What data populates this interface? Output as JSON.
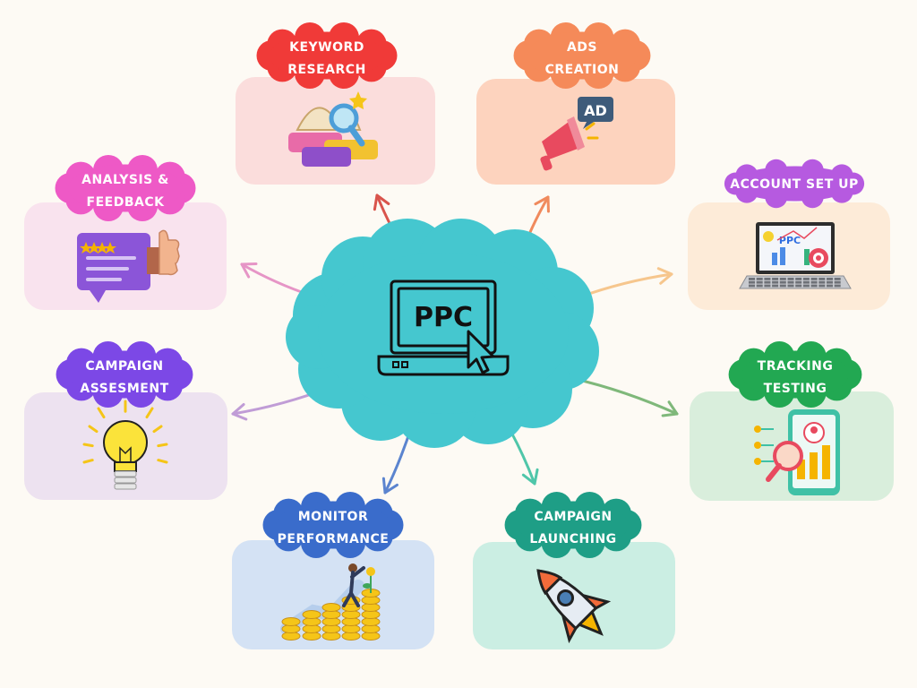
{
  "center": {
    "label": "PPC",
    "color": "#45C7CF"
  },
  "nodes": [
    {
      "id": "keyword-research",
      "lines": [
        "KEYWORD",
        "RESEARCH"
      ],
      "label_color": "#F03A38",
      "card_color": "#FBDDDC",
      "arrow_color": "#D9544C",
      "icon": "book-magnifier-icon"
    },
    {
      "id": "ads-creation",
      "lines": [
        "ADS",
        "CREATION"
      ],
      "label_color": "#F58A59",
      "card_color": "#FDD3BE",
      "arrow_color": "#F08A5D",
      "icon": "megaphone-ad-icon",
      "icon_text": "AD"
    },
    {
      "id": "account-set-up",
      "lines": [
        "ACCOUNT SET UP"
      ],
      "label_color": "#B65AE0",
      "card_color": "#FDEBD8",
      "arrow_color": "#F6C68D",
      "icon": "laptop-ppc-icon",
      "icon_text": "PPC"
    },
    {
      "id": "tracking-testing",
      "lines": [
        "TRACKING",
        "TESTING"
      ],
      "label_color": "#22A852",
      "card_color": "#D9EEDC",
      "arrow_color": "#7FB87A",
      "icon": "phone-analytics-icon"
    },
    {
      "id": "campaign-launching",
      "lines": [
        "CAMPAIGN",
        "LAUNCHING"
      ],
      "label_color": "#1E9E86",
      "card_color": "#CBEEE3",
      "arrow_color": "#4FC6A9",
      "icon": "rocket-icon"
    },
    {
      "id": "monitor-performance",
      "lines": [
        "MONITOR",
        "PERFORMANCE"
      ],
      "label_color": "#3A6CCB",
      "card_color": "#D4E2F4",
      "arrow_color": "#5B84CF",
      "icon": "coins-growth-icon"
    },
    {
      "id": "campaign-assesment",
      "lines": [
        "CAMPAIGN",
        "ASSESMENT"
      ],
      "label_color": "#7C48E6",
      "card_color": "#EDE2F0",
      "arrow_color": "#C09CD6",
      "icon": "lightbulb-icon"
    },
    {
      "id": "analysis-feedback",
      "lines": [
        "ANALYSIS &",
        "FEEDBACK"
      ],
      "label_color": "#EE59C6",
      "card_color": "#F9E3EE",
      "arrow_color": "#E695C6",
      "icon": "review-thumbs-up-icon"
    }
  ]
}
